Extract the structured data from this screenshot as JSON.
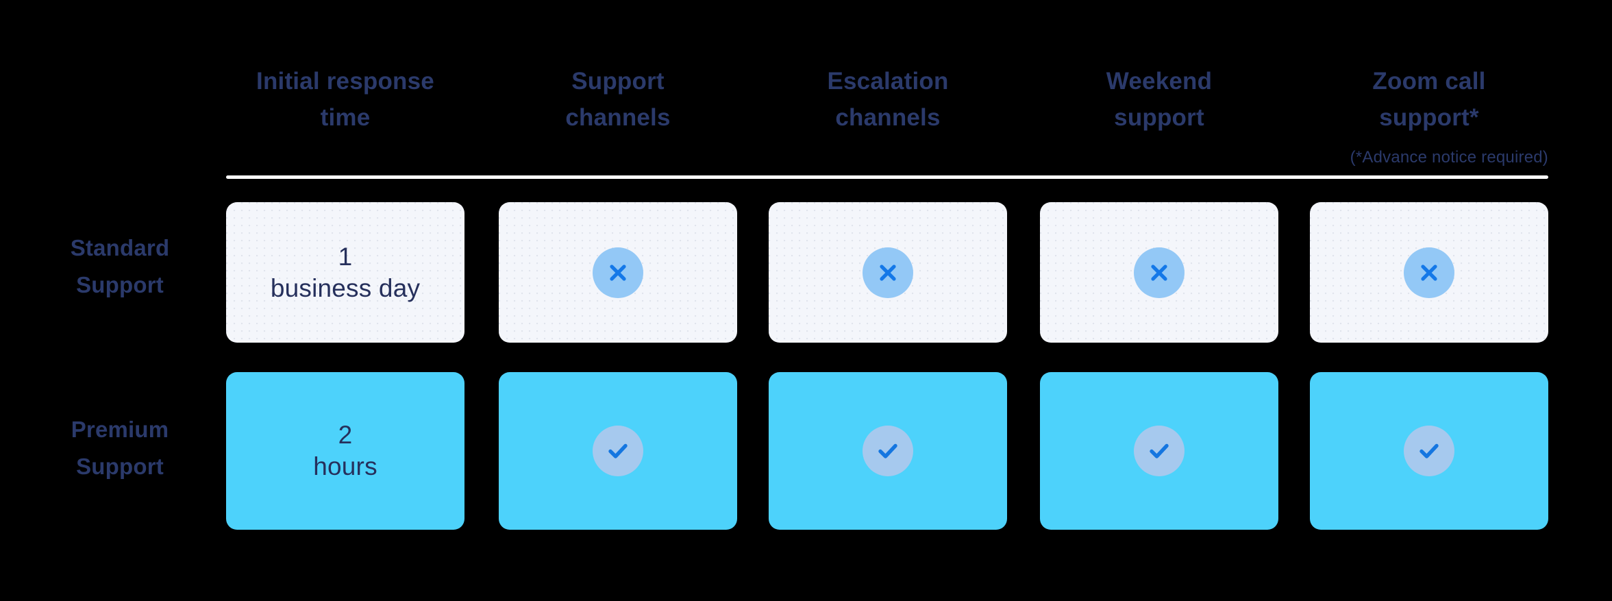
{
  "theme": {
    "background": "#000000",
    "header_text_color": "#2b3a6b",
    "row_label_color": "#2b3a6b",
    "standard_cell_bg": "#f4f6fb",
    "premium_cell_bg": "#4dd2fb",
    "cross_circle_bg": "#93c8f6",
    "cross_glyph_color": "#1478e8",
    "check_circle_bg": "#a6c9ee",
    "check_glyph_color": "#1476e0",
    "divider_color": "#ffffff",
    "cell_text_color": "#26305c"
  },
  "table": {
    "column_headers": [
      {
        "label": "Initial response\ntime",
        "icon": null
      },
      {
        "label": "Support\nchannels",
        "icon": null
      },
      {
        "label": "Escalation\nchannels",
        "icon": null
      },
      {
        "label": "Weekend\nsupport",
        "icon": null
      },
      {
        "label": "Zoom call\nsupport*",
        "icon": null
      }
    ],
    "footnote": "(*Advance notice required)",
    "rows": [
      {
        "label": "Standard\nSupport",
        "tier": "standard",
        "cells": [
          {
            "type": "text",
            "value": "1\nbusiness day"
          },
          {
            "type": "icon",
            "icon": "cross-icon",
            "value": "No"
          },
          {
            "type": "icon",
            "icon": "cross-icon",
            "value": "No"
          },
          {
            "type": "icon",
            "icon": "cross-icon",
            "value": "No"
          },
          {
            "type": "icon",
            "icon": "cross-icon",
            "value": "No"
          }
        ]
      },
      {
        "label": "Premium\nSupport",
        "tier": "premium",
        "cells": [
          {
            "type": "text",
            "value": "2\nhours"
          },
          {
            "type": "icon",
            "icon": "check-icon",
            "value": "Yes"
          },
          {
            "type": "icon",
            "icon": "check-icon",
            "value": "Yes"
          },
          {
            "type": "icon",
            "icon": "check-icon",
            "value": "Yes"
          },
          {
            "type": "icon",
            "icon": "check-icon",
            "value": "Yes"
          }
        ]
      }
    ]
  }
}
